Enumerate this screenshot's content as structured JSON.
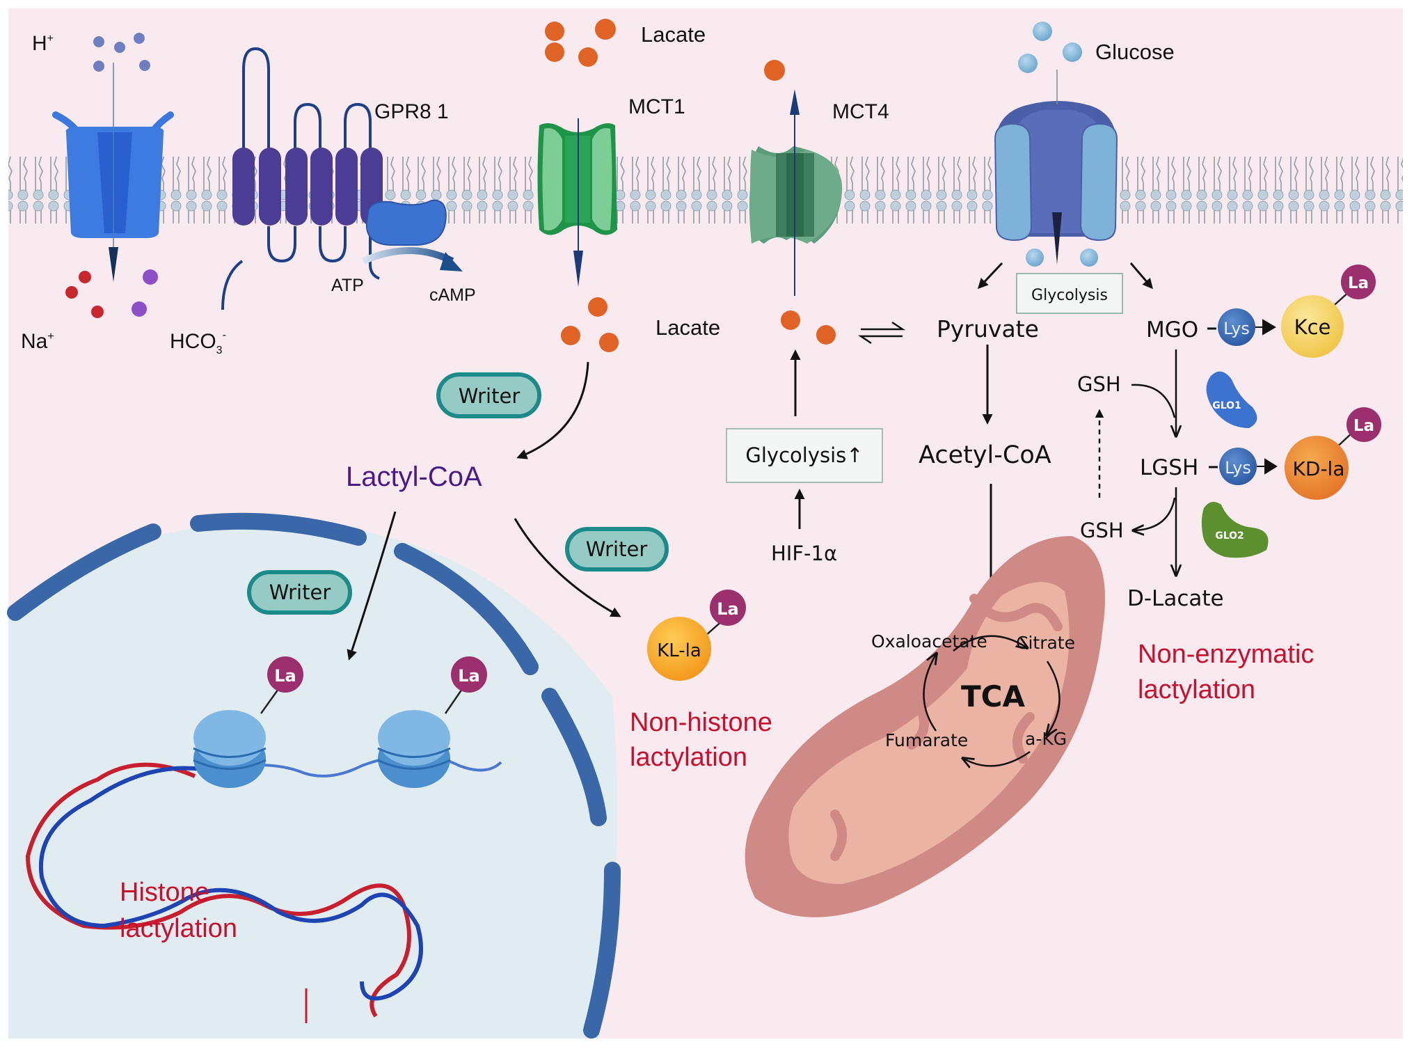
{
  "figure": {
    "background": "#f8eaee",
    "nucleus_fill": "#e1ecf0",
    "nucleus_envelope": "#3a67a8"
  },
  "membrane_proteins": {
    "nhe_ions": {
      "top_label": "H",
      "top_sup": "+",
      "bottom_left": "Na",
      "bottom_left_sup": "+",
      "bottom_right": "HCO",
      "bottom_right_sub": "3",
      "bottom_right_sup": "-"
    },
    "gpr81": {
      "label": "GPR8 1",
      "atp": "ATP",
      "camp": "cAMP"
    },
    "mct1": {
      "label": "MCT1",
      "outside": "Lacate",
      "inside": "Lacate"
    },
    "mct4": {
      "label": "MCT4"
    },
    "glut": {
      "label": "Glucose",
      "box": "Glycolysis"
    }
  },
  "pathway": {
    "equilibrium": "⇌",
    "pyruvate": "Pyruvate",
    "acetyl_coa": "Acetyl-CoA",
    "glycolysis_up": "Glycolysis↑",
    "hif": "HIF-1α",
    "lactyl_coa": "Lactyl-CoA",
    "writer": "Writer"
  },
  "tca": {
    "center": "TCA",
    "oxaloacetate": "Oxaloacetate",
    "citrate": "Citrate",
    "akg": "a-KG",
    "fumarate": "Fumarate"
  },
  "non_enzymatic": {
    "mgo": "MGO",
    "lys": "Lys",
    "kce": "Kce",
    "la": "La",
    "gsh": "GSH",
    "glo1": "GLO1",
    "lgsh": "LGSH",
    "kd_la": "KD-la",
    "glo2": "GLO2",
    "d_lacate": "D-Lacate",
    "title_line1": "Non-enzymatic",
    "title_line2": "lactylation"
  },
  "non_histone": {
    "protein": "KL-la",
    "la": "La",
    "title_line1": "Non-histone",
    "title_line2": "lactylation"
  },
  "histone": {
    "la": "La",
    "title_line1": "Histone",
    "title_line2": "lactylation"
  }
}
